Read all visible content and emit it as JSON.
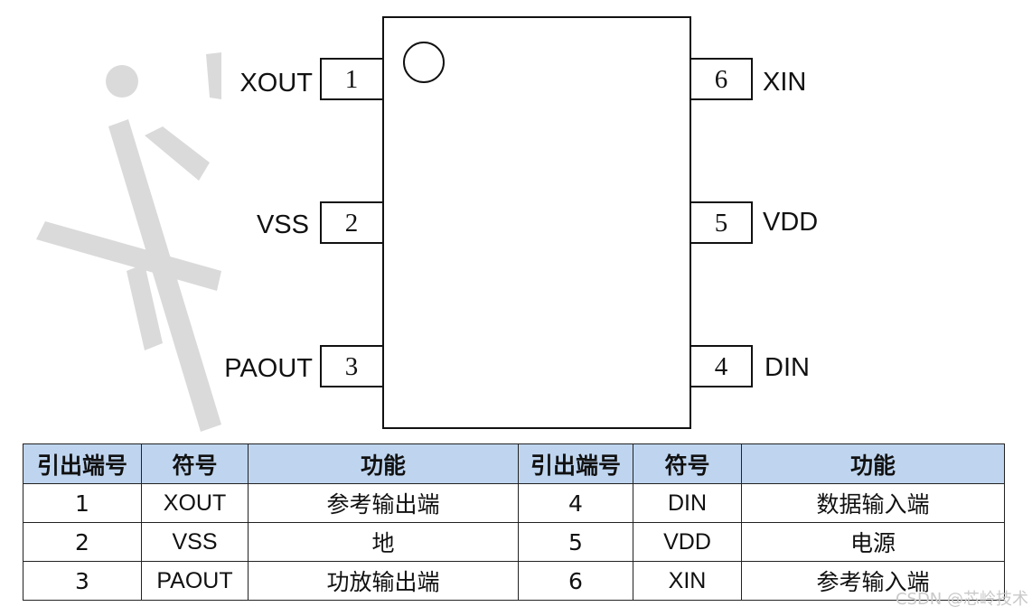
{
  "diagram": {
    "left_pins": [
      {
        "name": "XOUT",
        "number": "1"
      },
      {
        "name": "VSS",
        "number": "2"
      },
      {
        "name": "PAOUT",
        "number": "3"
      }
    ],
    "right_pins": [
      {
        "name": "XIN",
        "number": "6"
      },
      {
        "name": "VDD",
        "number": "5"
      },
      {
        "name": "DIN",
        "number": "4"
      }
    ]
  },
  "table": {
    "headers": [
      "引出端号",
      "符号",
      "功能",
      "引出端号",
      "符号",
      "功能"
    ],
    "rows": [
      [
        "1",
        "XOUT",
        "参考输出端",
        "4",
        "DIN",
        "数据输入端"
      ],
      [
        "2",
        "VSS",
        "地",
        "5",
        "VDD",
        "电源"
      ],
      [
        "3",
        "PAOUT",
        "功放输出端",
        "6",
        "XIN",
        "参考输入端"
      ]
    ]
  },
  "watermark": "CSDN @芯岭技术",
  "colors": {
    "header_bg": "#bfd5ef",
    "line": "#222222",
    "watermark": "#cfcfcf"
  }
}
